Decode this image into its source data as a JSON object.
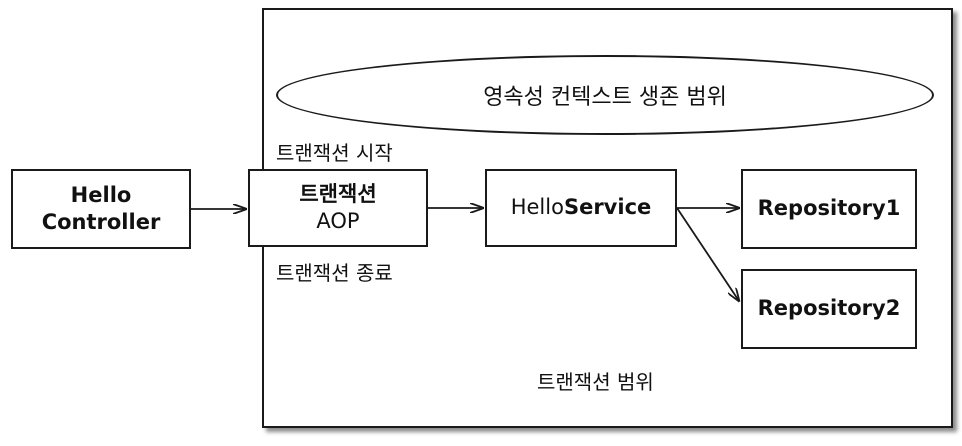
{
  "persistence_context": {
    "label": "영속성 컨텍스트 생존 범위"
  },
  "labels": {
    "tx_start": "트랜잭션 시작",
    "tx_end": "트랜잭션 종료",
    "tx_scope": "트랜잭션 범위"
  },
  "nodes": {
    "hello_controller": {
      "line1": "Hello",
      "line2": "Controller"
    },
    "tx_aop": {
      "line1": "트랜잭션",
      "line2": "AOP"
    },
    "hello_service": {
      "part1": "Hello",
      "part2": "Service"
    },
    "repository1": {
      "label": "Repository1"
    },
    "repository2": {
      "label": "Repository2"
    }
  },
  "colors": {
    "stroke": "#1a1a1a",
    "background": "#ffffff"
  }
}
